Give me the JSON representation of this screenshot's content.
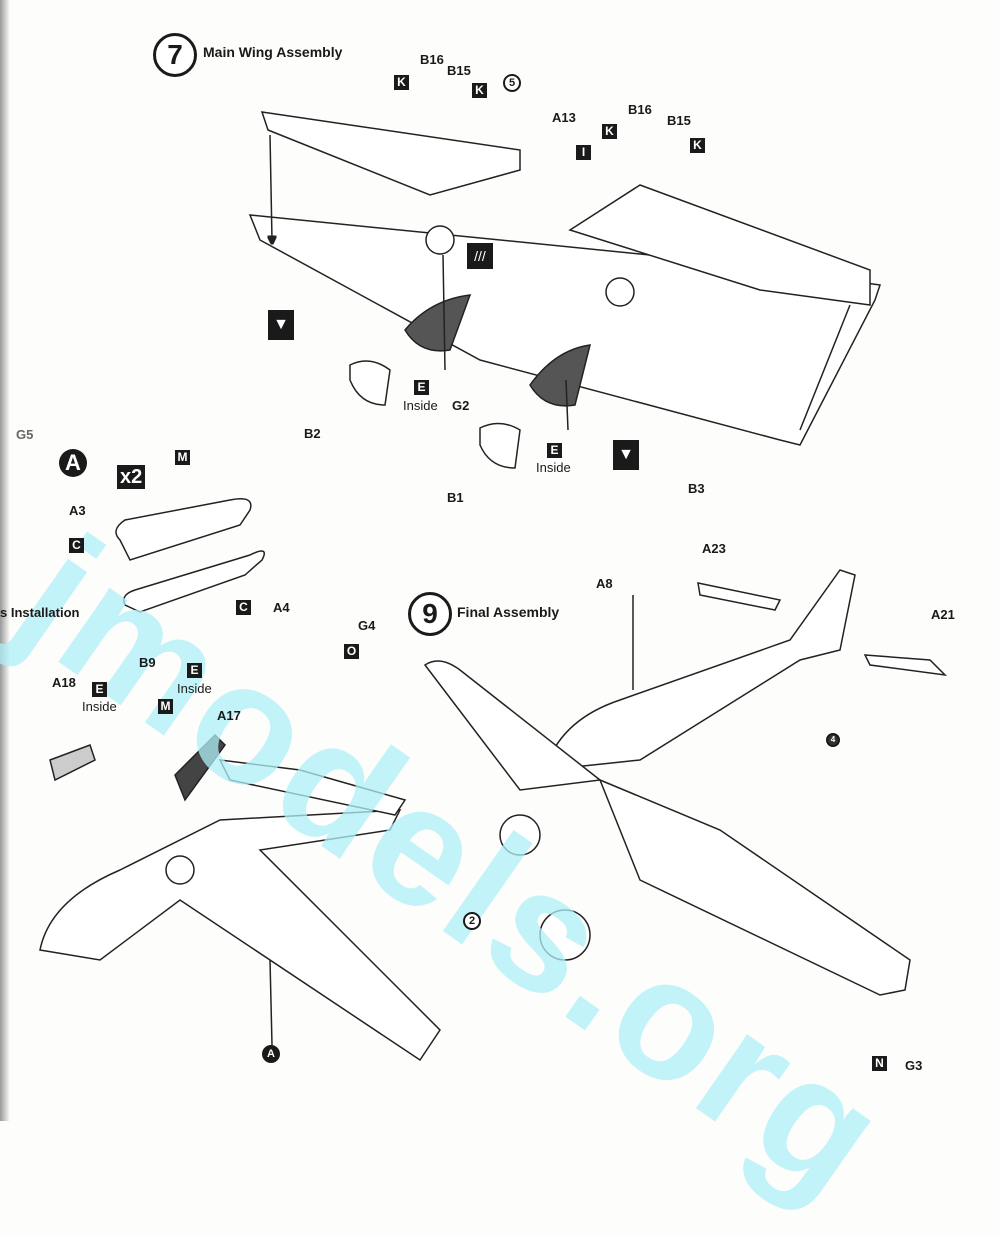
{
  "watermark": "jmodels.org",
  "step7": {
    "number": "7",
    "title": "Main Wing Assembly"
  },
  "step9": {
    "number": "9",
    "title": "Final Assembly"
  },
  "stepA": {
    "letter": "A",
    "multiplier": "x2"
  },
  "partial_title": "s Installation",
  "labels": {
    "b16_left": "B16",
    "b15_left": "B15",
    "k1": "K",
    "k2": "K",
    "five": "5",
    "a13": "A13",
    "i": "I",
    "b16_right": "B16",
    "b15_right": "B15",
    "k3": "K",
    "k4": "K",
    "e1": "E",
    "inside1": "Inside",
    "g2": "G2",
    "b2": "B2",
    "e2": "E",
    "inside2": "Inside",
    "b1": "B1",
    "b3": "B3",
    "g5": "G5",
    "m1": "M",
    "a3": "A3",
    "c1": "C",
    "c2": "C",
    "a4": "A4",
    "a23": "A23",
    "a8": "A8",
    "a21": "A21",
    "g4": "G4",
    "o": "O",
    "four": "4",
    "two": "2",
    "n": "N",
    "g3": "G3",
    "b9": "B9",
    "a18": "A18",
    "e3": "E",
    "inside3": "Inside",
    "m2": "M",
    "e4": "E",
    "inside4": "Inside",
    "a17": "A17",
    "a_marker": "A"
  }
}
